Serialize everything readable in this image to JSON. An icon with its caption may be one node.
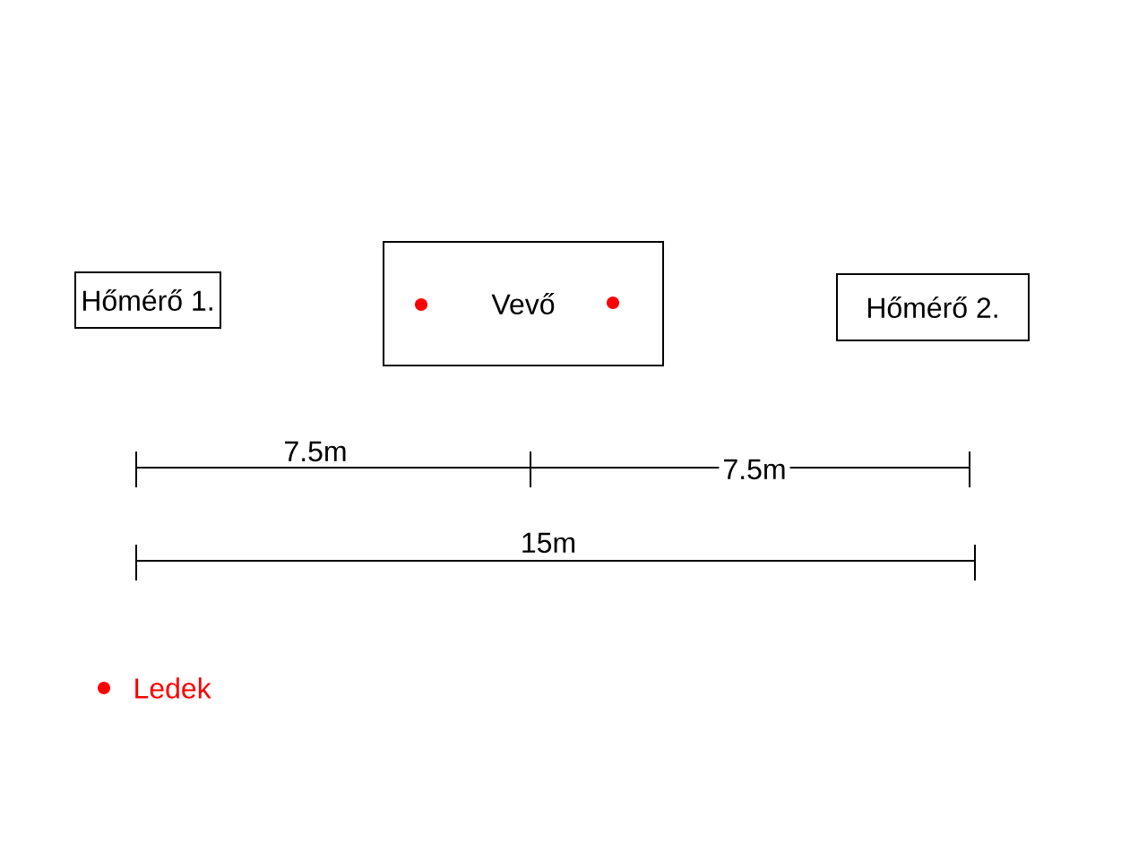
{
  "diagram": {
    "nodes": [
      {
        "text": [
          "Hőmérő 1."
        ]
      },
      {
        "text": [
          "Vevő"
        ]
      },
      {
        "text": [
          "Hőmérő 2."
        ]
      }
    ],
    "labels": [
      "7.5m",
      "7.5m",
      "15m"
    ],
    "legend": [
      {
        "text": "Ledek",
        "color": "#ff0000"
      }
    ]
  }
}
